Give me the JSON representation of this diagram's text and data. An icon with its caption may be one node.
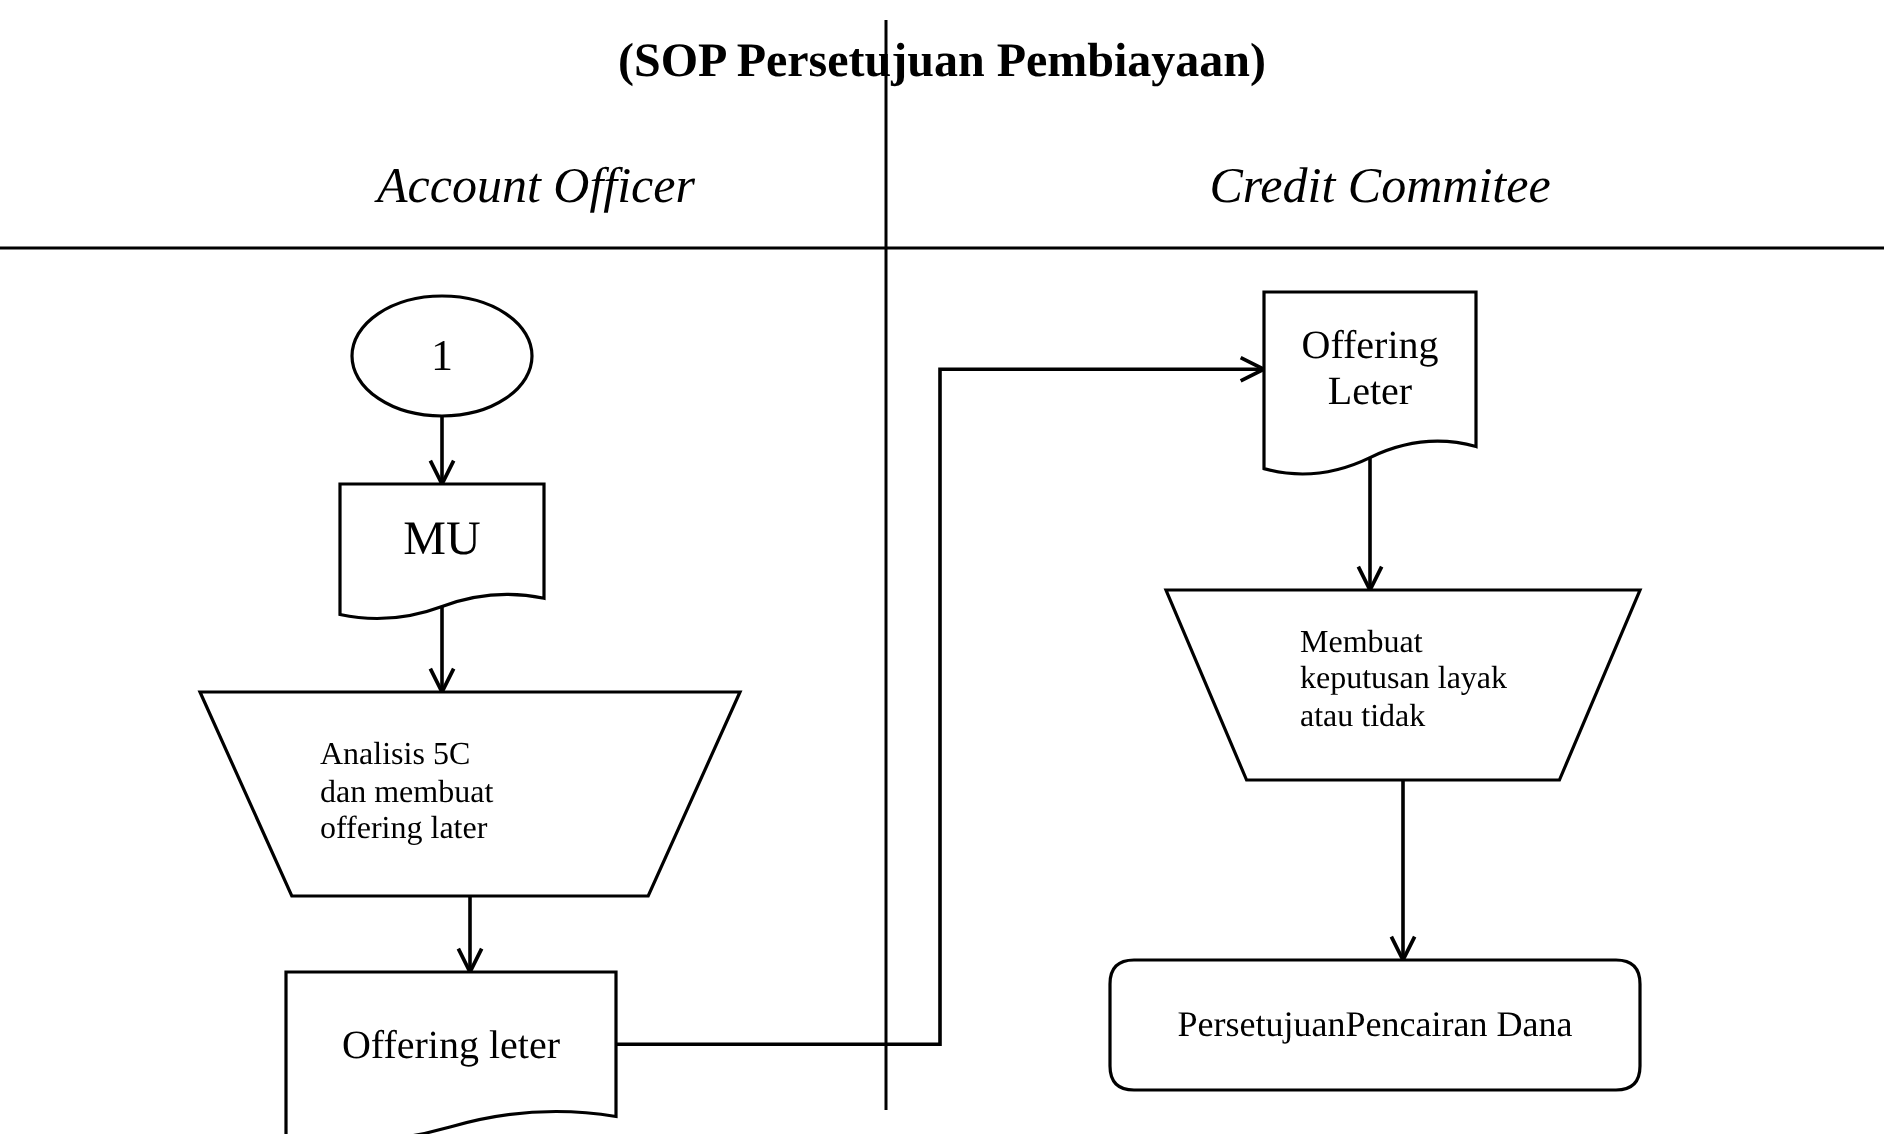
{
  "diagram": {
    "title": "(SOP Persetujuan Pembiayaan)",
    "nodes": [
      {
        "text": [
          "1"
        ]
      },
      {
        "text": [
          "MU"
        ]
      },
      {
        "text": [
          "Analisis 5C dan membuat offering later"
        ]
      },
      {
        "text": [
          "Offering leter"
        ]
      },
      {
        "text": [
          "Offering Leter"
        ]
      },
      {
        "text": [
          "Membuat keputusan layak atau tidak"
        ]
      },
      {
        "text": [
          "PersetujuanPencairan Dana"
        ]
      }
    ],
    "edges": [
      {
        "from": 0,
        "to": 1,
        "arrow": "to"
      },
      {
        "from": 1,
        "to": 2,
        "arrow": "to"
      },
      {
        "from": 2,
        "to": 3,
        "arrow": "to"
      },
      {
        "from": 3,
        "to": 4,
        "arrow": "to"
      },
      {
        "from": 4,
        "to": 5,
        "arrow": "to"
      },
      {
        "from": 5,
        "to": 6,
        "arrow": "to"
      }
    ],
    "labels": [
      "Account Officer",
      "Credit Commitee"
    ]
  }
}
